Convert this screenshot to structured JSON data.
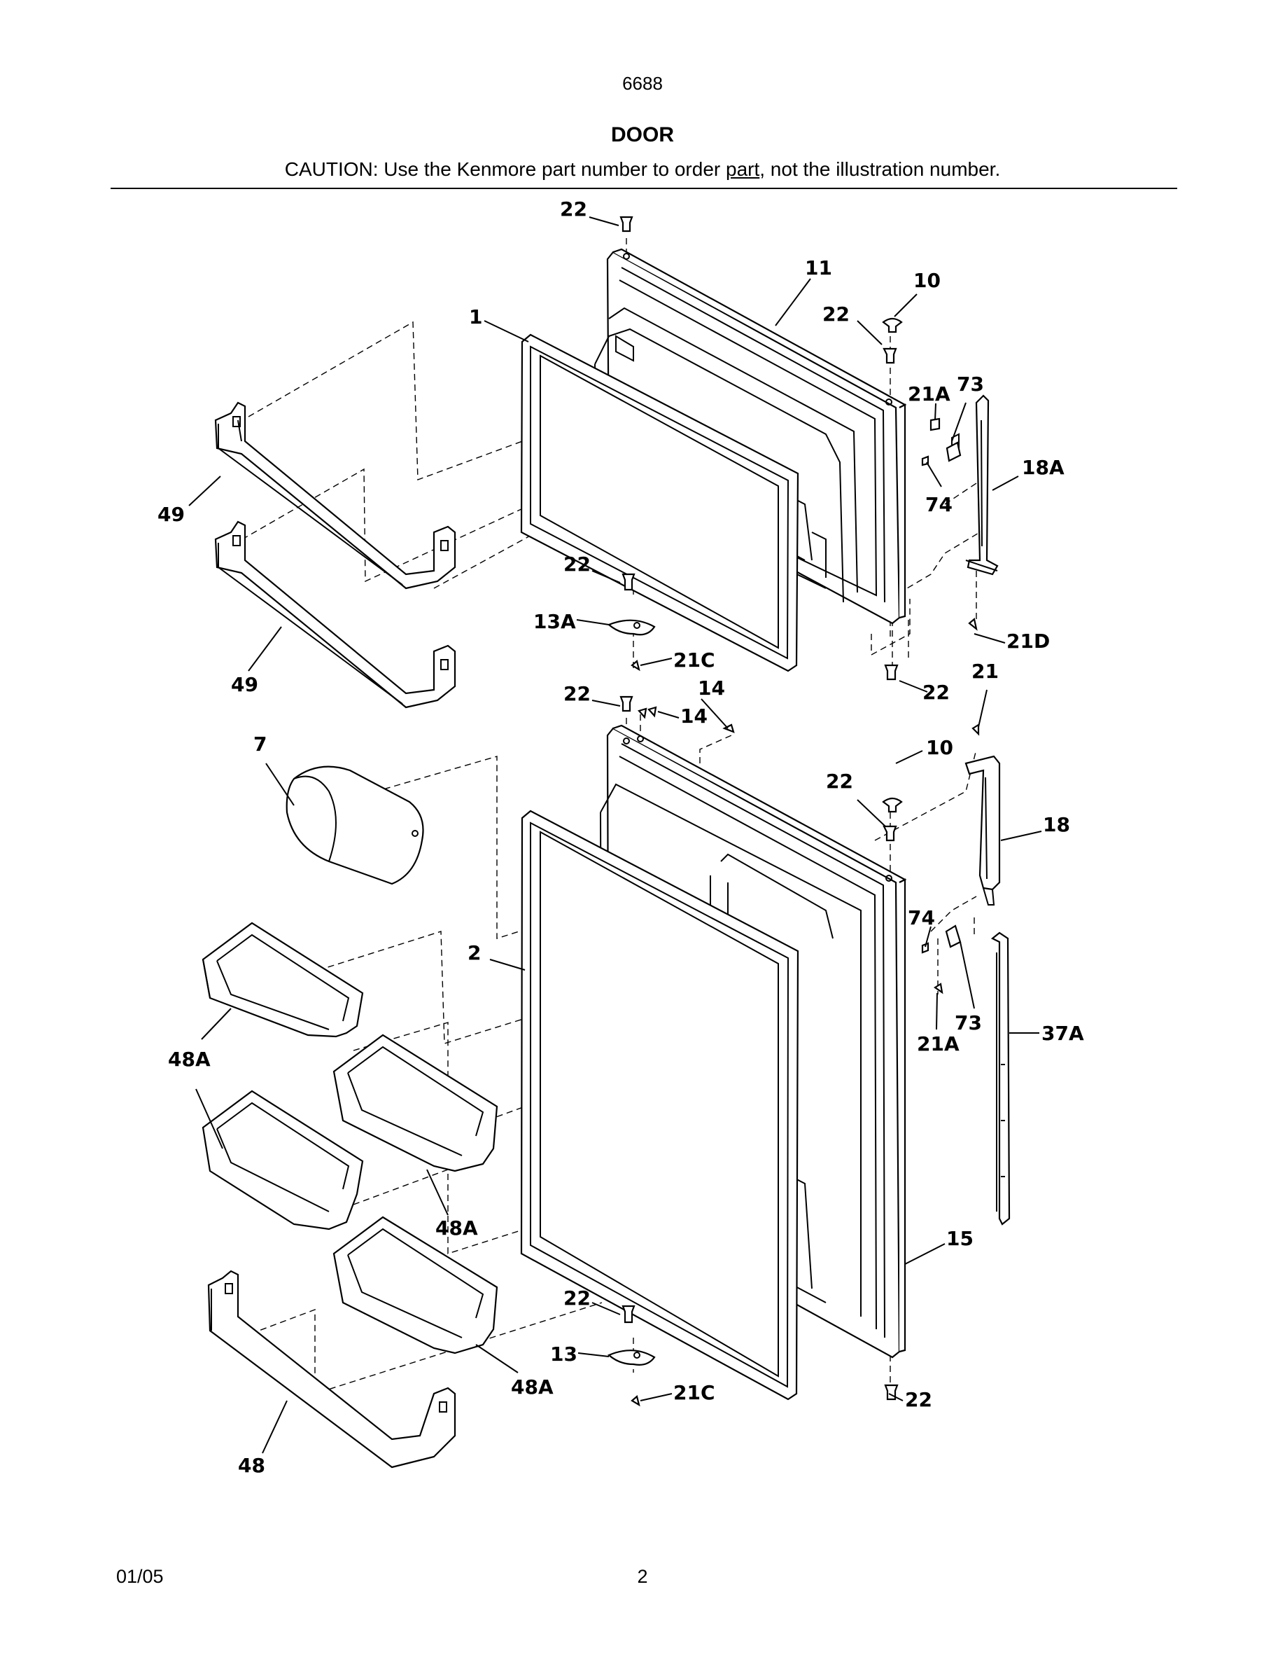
{
  "header": {
    "model": "6688",
    "title": "DOOR",
    "caution_before": "CAUTION: Use the Kenmore part number to order ",
    "caution_link": "part",
    "caution_after": ", not the illustration number."
  },
  "callouts": [
    {
      "id": "c1",
      "text": "22"
    },
    {
      "id": "c2",
      "text": "11"
    },
    {
      "id": "c3",
      "text": "10"
    },
    {
      "id": "c4",
      "text": "22"
    },
    {
      "id": "c5",
      "text": "1"
    },
    {
      "id": "c6",
      "text": "21A"
    },
    {
      "id": "c7",
      "text": "73"
    },
    {
      "id": "c8",
      "text": "18A"
    },
    {
      "id": "c9",
      "text": "74"
    },
    {
      "id": "c10",
      "text": "49"
    },
    {
      "id": "c11",
      "text": "49"
    },
    {
      "id": "c12",
      "text": "22"
    },
    {
      "id": "c13",
      "text": "13A"
    },
    {
      "id": "c14",
      "text": "21C"
    },
    {
      "id": "c15",
      "text": "21D"
    },
    {
      "id": "c16",
      "text": "21"
    },
    {
      "id": "c17",
      "text": "22"
    },
    {
      "id": "c18",
      "text": "22"
    },
    {
      "id": "c19",
      "text": "14"
    },
    {
      "id": "c20",
      "text": "14"
    },
    {
      "id": "c21",
      "text": "10"
    },
    {
      "id": "c22",
      "text": "7"
    },
    {
      "id": "c23",
      "text": "22"
    },
    {
      "id": "c24",
      "text": "18"
    },
    {
      "id": "c25",
      "text": "2"
    },
    {
      "id": "c26",
      "text": "74"
    },
    {
      "id": "c27",
      "text": "73"
    },
    {
      "id": "c28",
      "text": "21A"
    },
    {
      "id": "c29",
      "text": "37A"
    },
    {
      "id": "c30",
      "text": "48A"
    },
    {
      "id": "c31",
      "text": "48A"
    },
    {
      "id": "c32",
      "text": "15"
    },
    {
      "id": "c33",
      "text": "22"
    },
    {
      "id": "c34",
      "text": "13"
    },
    {
      "id": "c35",
      "text": "48A"
    },
    {
      "id": "c36",
      "text": "21C"
    },
    {
      "id": "c37",
      "text": "22"
    },
    {
      "id": "c38",
      "text": "48"
    }
  ],
  "footer": {
    "date": "01/05",
    "page": "2"
  }
}
